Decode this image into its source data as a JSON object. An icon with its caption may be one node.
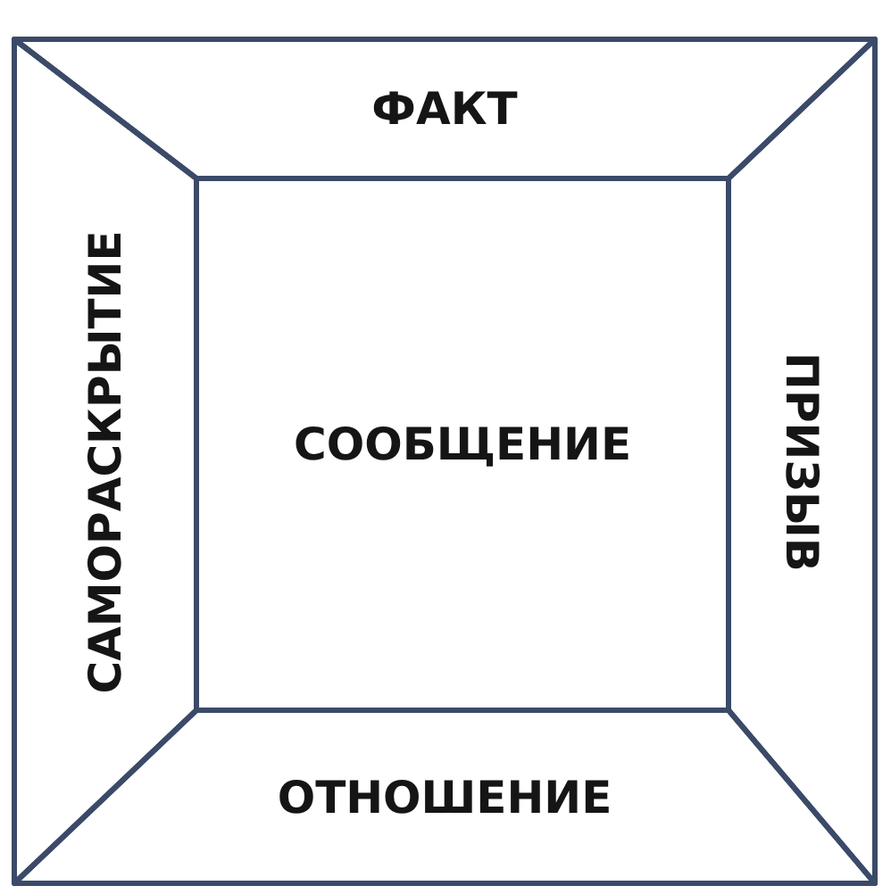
{
  "diagram": {
    "nodes": [
      {
        "text": [
          "ФАКТ"
        ]
      },
      {
        "text": [
          "САМОРАСКРЫТИЕ"
        ]
      },
      {
        "text": [
          "СООБЩЕНИЕ"
        ]
      },
      {
        "text": [
          "ПРИЗЫВ"
        ]
      },
      {
        "text": [
          "ОТНОШЕНИЕ"
        ]
      }
    ]
  }
}
